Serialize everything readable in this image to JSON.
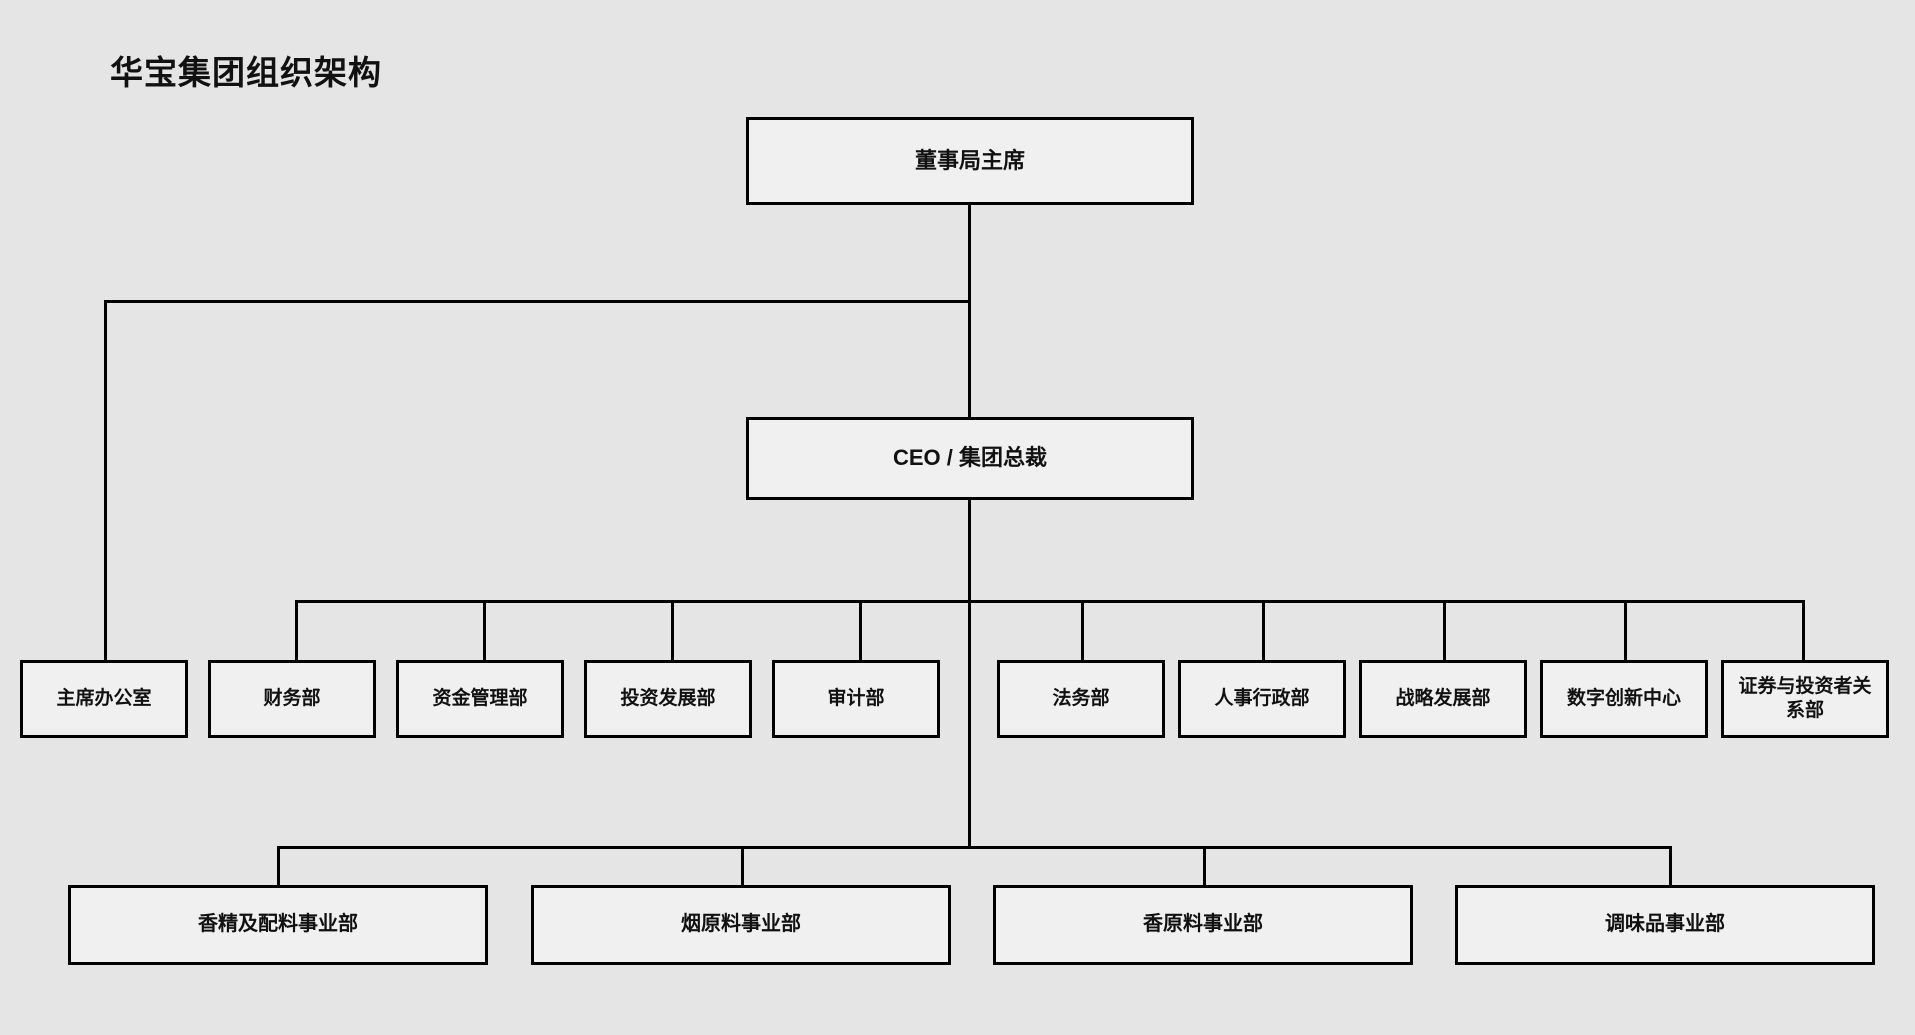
{
  "chart_data": {
    "type": "diagram",
    "diagram_kind": "organization-chart",
    "title": "华宝集团组织架构",
    "orientation": "top-down",
    "colors": {
      "background": "#e5e5e5",
      "node_fill": "#f0f0f0",
      "node_border": "#000000",
      "text": "#111111",
      "connector": "#000000"
    },
    "nodes": [
      {
        "id": "chairman",
        "label": "董事局主席",
        "level": 0
      },
      {
        "id": "ceo",
        "label": "CEO / 集团总裁",
        "level": 1
      },
      {
        "id": "chairoffice",
        "label": "主席办公室",
        "level": 2
      },
      {
        "id": "finance",
        "label": "财务部",
        "level": 2
      },
      {
        "id": "treasury",
        "label": "资金管理部",
        "level": 2
      },
      {
        "id": "investment",
        "label": "投资发展部",
        "level": 2
      },
      {
        "id": "audit",
        "label": "审计部",
        "level": 2
      },
      {
        "id": "legal",
        "label": "法务部",
        "level": 2
      },
      {
        "id": "hr",
        "label": "人事行政部",
        "level": 2
      },
      {
        "id": "strategy",
        "label": "战略发展部",
        "level": 2
      },
      {
        "id": "digital",
        "label": "数字创新中心",
        "level": 2
      },
      {
        "id": "ir",
        "label": "证券与投资者关系部",
        "level": 2
      },
      {
        "id": "flavors",
        "label": "香精及配料事业部",
        "level": 3
      },
      {
        "id": "tobacco",
        "label": "烟原料事业部",
        "level": 3
      },
      {
        "id": "aroma",
        "label": "香原料事业部",
        "level": 3
      },
      {
        "id": "condiment",
        "label": "调味品事业部",
        "level": 3
      }
    ],
    "edges": [
      {
        "from": "chairman",
        "to": "ceo"
      },
      {
        "from": "chairman",
        "to": "chairoffice"
      },
      {
        "from": "ceo",
        "to": "finance"
      },
      {
        "from": "ceo",
        "to": "treasury"
      },
      {
        "from": "ceo",
        "to": "investment"
      },
      {
        "from": "ceo",
        "to": "audit"
      },
      {
        "from": "ceo",
        "to": "legal"
      },
      {
        "from": "ceo",
        "to": "hr"
      },
      {
        "from": "ceo",
        "to": "strategy"
      },
      {
        "from": "ceo",
        "to": "digital"
      },
      {
        "from": "ceo",
        "to": "ir"
      },
      {
        "from": "ceo",
        "to": "flavors"
      },
      {
        "from": "ceo",
        "to": "tobacco"
      },
      {
        "from": "ceo",
        "to": "aroma"
      },
      {
        "from": "ceo",
        "to": "condiment"
      }
    ]
  },
  "title": "华宝集团组织架构",
  "top": {
    "chairman_label": "董事局主席",
    "ceo_label": "CEO / 集团总裁"
  },
  "departments": [
    {
      "label": "主席办公室"
    },
    {
      "label": "财务部"
    },
    {
      "label": "资金管理部"
    },
    {
      "label": "投资发展部"
    },
    {
      "label": "审计部"
    },
    {
      "label": "法务部"
    },
    {
      "label": "人事行政部"
    },
    {
      "label": "战略发展部"
    },
    {
      "label": "数字创新中心"
    },
    {
      "label": "证券与投资者关系部"
    }
  ],
  "divisions": [
    {
      "label": "香精及配料事业部"
    },
    {
      "label": "烟原料事业部"
    },
    {
      "label": "香原料事业部"
    },
    {
      "label": "调味品事业部"
    }
  ]
}
